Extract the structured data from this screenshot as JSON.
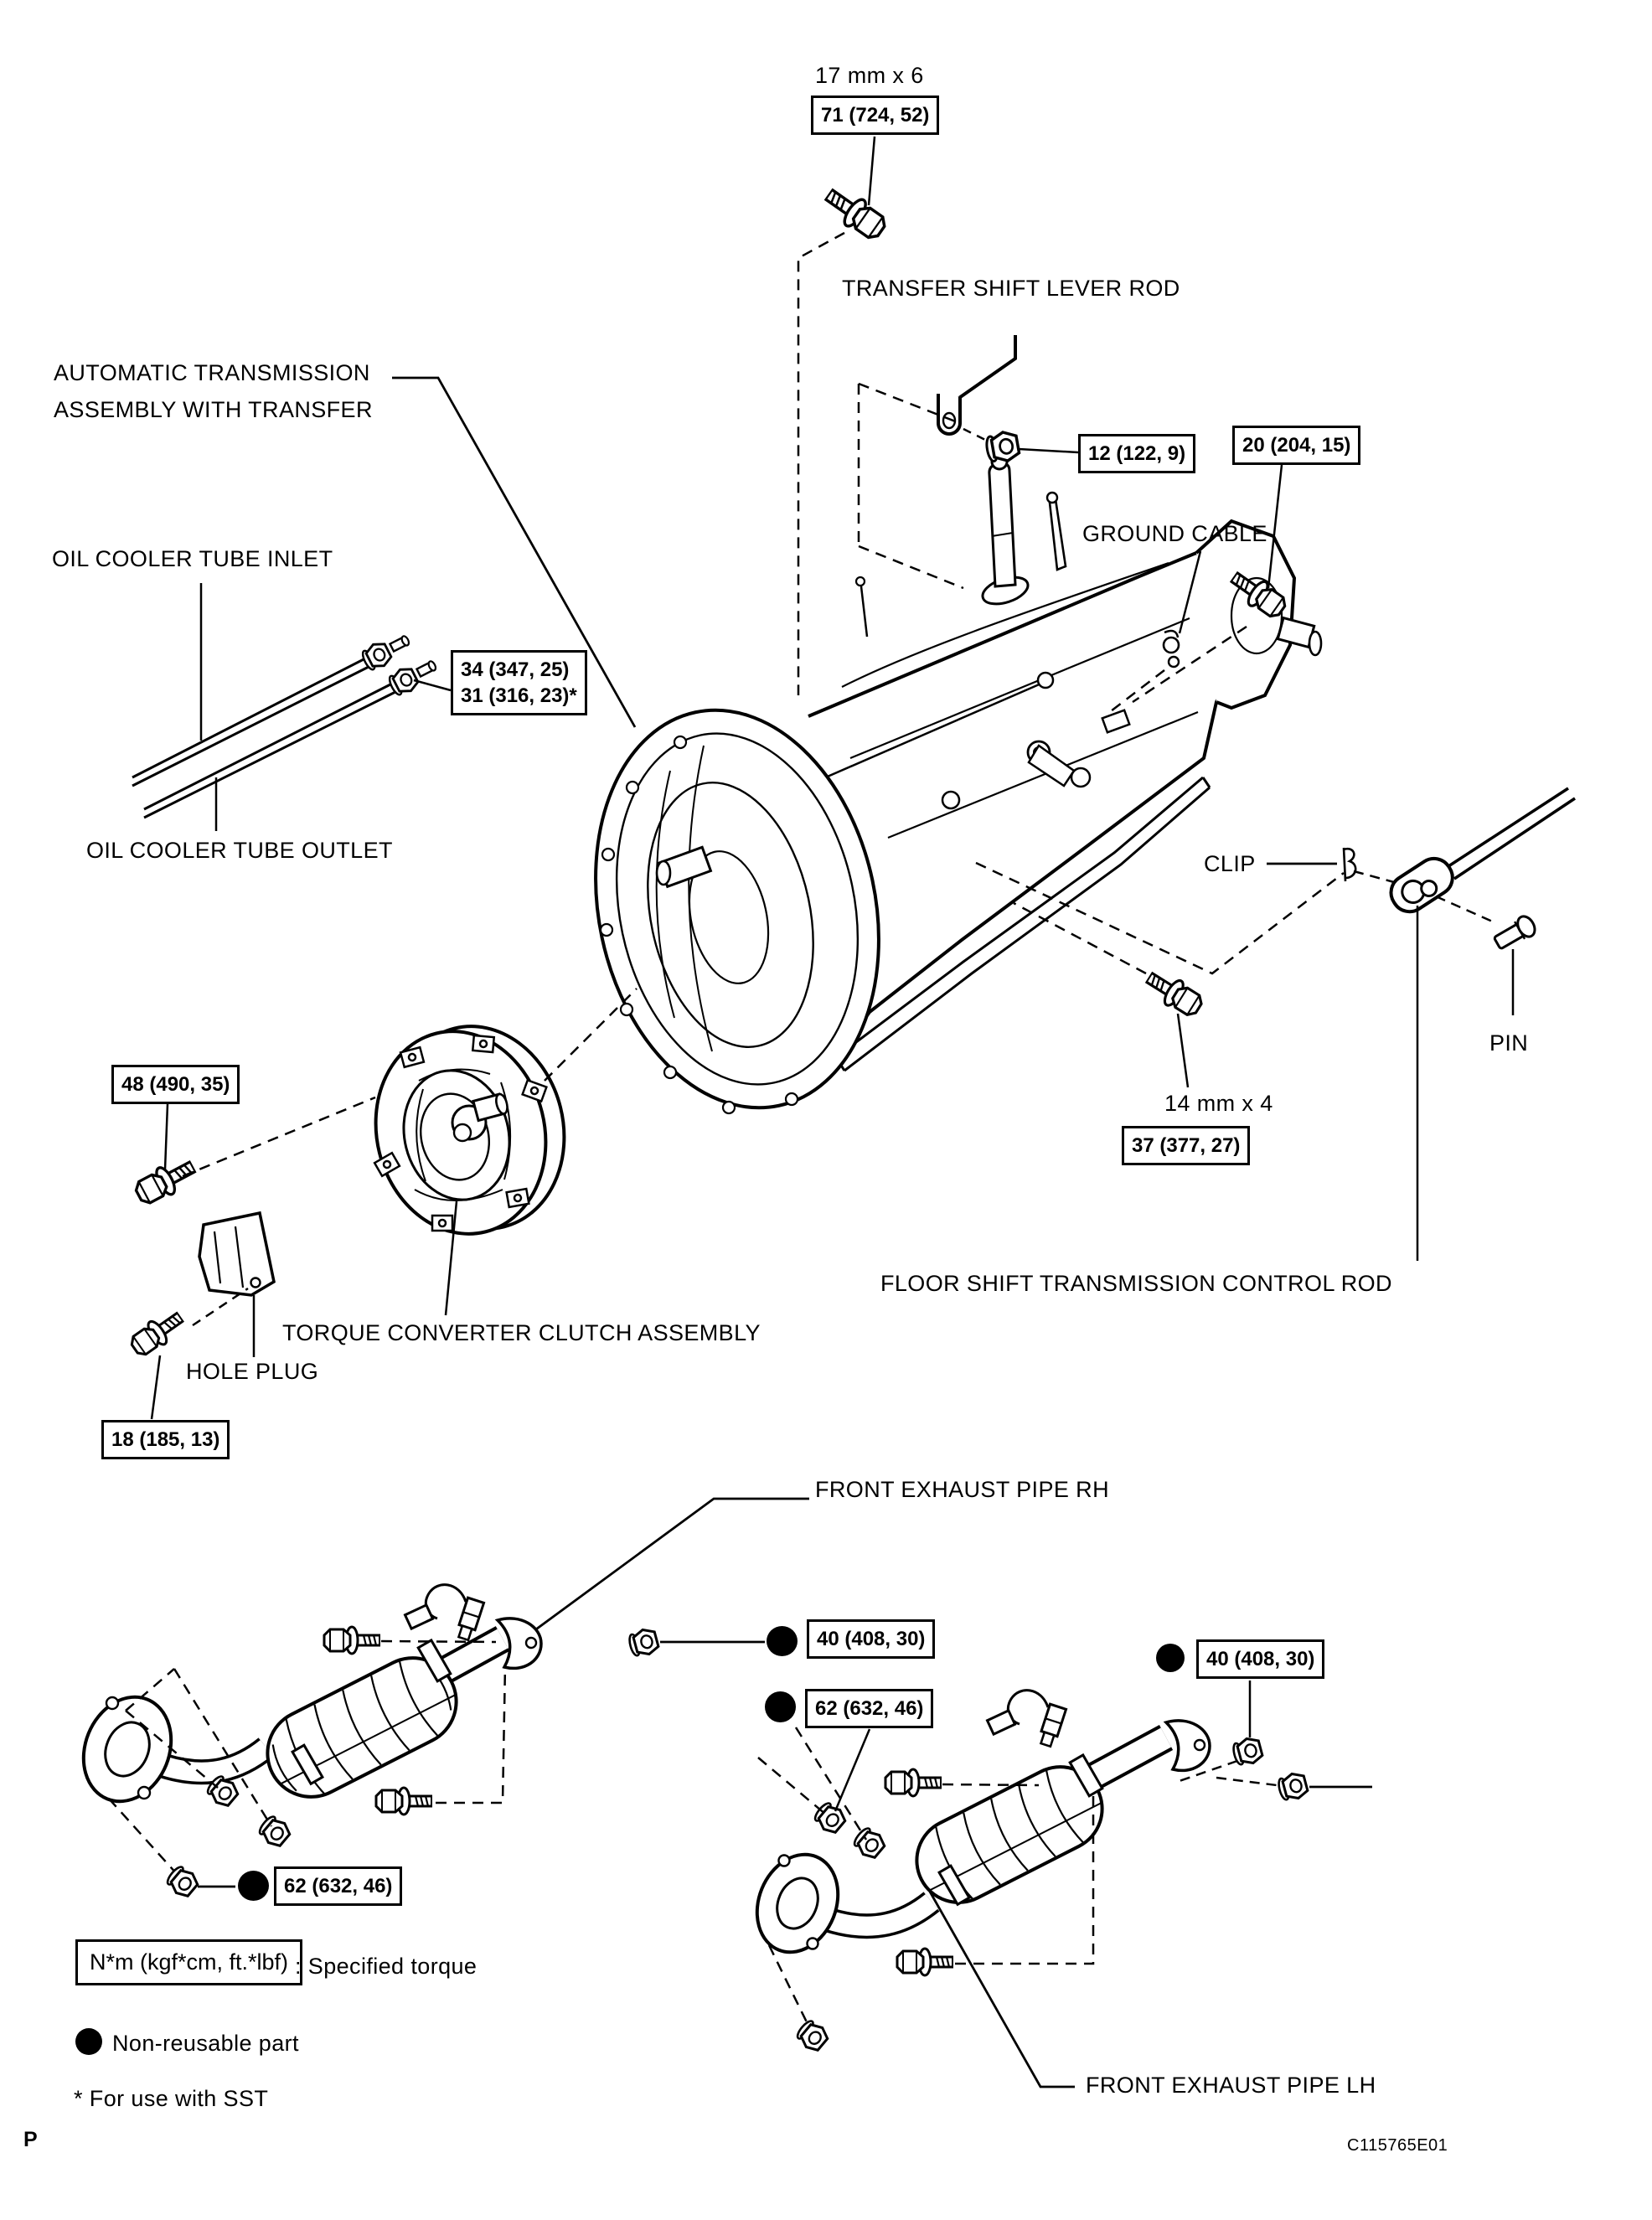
{
  "sizes": {
    "bolt_17mm": "17 mm x 6",
    "bolt_14mm": "14 mm x 4"
  },
  "torque_values": {
    "transfer_lever_bolt": "71 (724, 52)",
    "lever_nut": "12 (122, 9)",
    "ground_cable_bolt": "20 (204, 15)",
    "oil_cooler_line1": "34 (347, 25)",
    "oil_cooler_line2": "31 (316, 23)*",
    "mount_bolt": "37 (377, 27)",
    "converter_bolt": "48 (490, 35)",
    "hole_plug_bolt": "18 (185, 13)",
    "exhaust_front_rh": "40 (408, 30)",
    "exhaust_rear_rh": "62 (632, 46)",
    "exhaust_front_lh": "40 (408, 30)",
    "exhaust_rear_lh": "62 (632, 46)"
  },
  "part_labels": {
    "transfer_shift_lever_rod": "TRANSFER SHIFT LEVER ROD",
    "at_line1": "AUTOMATIC TRANSMISSION",
    "at_line2": "ASSEMBLY WITH TRANSFER",
    "oil_cooler_tube_inlet": "OIL COOLER TUBE INLET",
    "ground_cable": "GROUND CABLE",
    "oil_cooler_tube_outlet": "OIL COOLER TUBE OUTLET",
    "clip": "CLIP",
    "pin": "PIN",
    "floor_shift_rod": "FLOOR SHIFT TRANSMISSION CONTROL ROD",
    "torque_converter": "TORQUE CONVERTER CLUTCH ASSEMBLY",
    "hole_plug": "HOLE PLUG",
    "front_exhaust_rh": "FRONT EXHAUST PIPE RH",
    "front_exhaust_lh": "FRONT EXHAUST PIPE LH"
  },
  "legend": {
    "torque_box": "N*m (kgf*cm, ft.*lbf)",
    "torque_desc": ": Specified torque",
    "non_reusable": "Non-reusable part",
    "sst_note": "* For use with SST"
  },
  "footer": {
    "page_marker": "P",
    "figure_code": "C115765E01"
  }
}
